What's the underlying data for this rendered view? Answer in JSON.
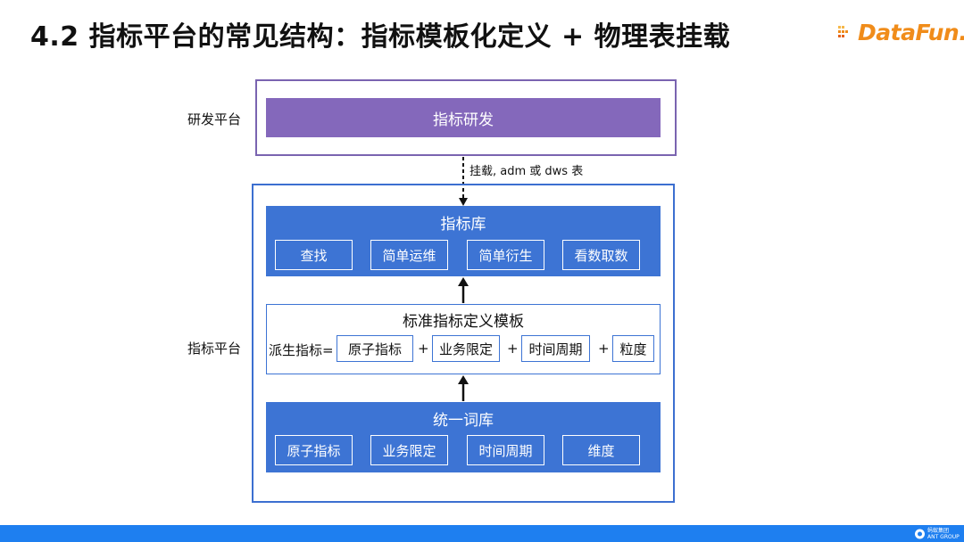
{
  "header": {
    "title": "4.2 指标平台的常见结构：指标模板化定义 + 物理表挂载",
    "logo_text": "DataFun."
  },
  "diagram": {
    "dev_platform_label": "研发平台",
    "dev_bar": "指标研发",
    "connector_label": "挂载, adm 或 dws 表",
    "metric_platform_label": "指标平台",
    "metric_store": {
      "title": "指标库",
      "buttons": [
        "查找",
        "简单运维",
        "简单衍生",
        "看数取数"
      ]
    },
    "template": {
      "title": "标准指标定义模板",
      "formula_prefix": "派生指标=",
      "parts": [
        "原子指标",
        "业务限定",
        "时间周期",
        "粒度"
      ],
      "plus": "+"
    },
    "lexicon": {
      "title": "统一词库",
      "buttons": [
        "原子指标",
        "业务限定",
        "时间周期",
        "维度"
      ]
    }
  },
  "footer": {
    "brand_line1": "蚂蚁集团",
    "brand_line2": "ANT GROUP"
  },
  "colors": {
    "purple": "#8468bb",
    "blue": "#3d74d4",
    "logo_orange": "#f08c1a",
    "footer_blue": "#1e7ff0"
  }
}
